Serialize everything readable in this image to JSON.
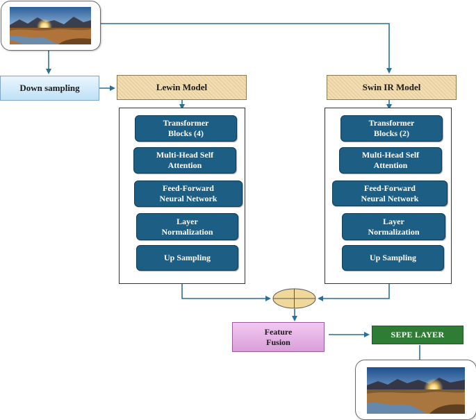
{
  "diagram": {
    "input_image": {
      "icon": "landscape-sunset-image"
    },
    "output_image": {
      "icon": "landscape-sunset-image"
    },
    "downsampling_label": "Down sampling",
    "branches": [
      {
        "title": "Lewin Model",
        "blocks": [
          "Transformer\nBlocks (4)",
          "Multi-Head Self\nAttention",
          "Feed-Forward\nNeural Network",
          "Layer\nNormalization",
          "Up Sampling"
        ]
      },
      {
        "title": "Swin IR Model",
        "blocks": [
          "Transformer\nBlocks (2)",
          "Multi-Head Self\nAttention",
          "Feed-Forward\nNeural Network",
          "Layer\nNormalization",
          "Up Sampling"
        ]
      }
    ],
    "fusion_label": "Feature\nFusion",
    "sepe_label": "SEPE LAYER",
    "colors": {
      "block_fill": "#1c5e84",
      "arrow": "#2a6f97",
      "model_box_fill": "#f3ddb0",
      "fusion_fill": "#d9a0d9",
      "sepe_fill": "#2f7d35",
      "downsample_fill": "#bfe1f6",
      "fusion_node_fill": "#f0d79a"
    }
  }
}
